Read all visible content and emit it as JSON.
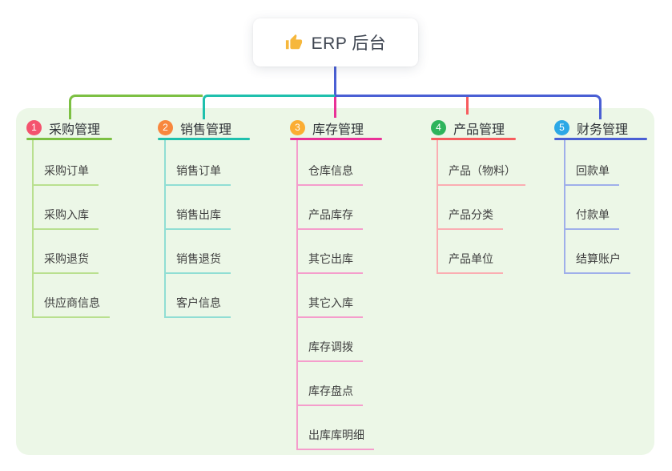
{
  "root": {
    "icon": "thumbs-up",
    "label": "ERP 后台"
  },
  "connector": {
    "trunk_color": "#4a5fd4",
    "icon_color": "#f6b73c"
  },
  "branches": [
    {
      "badge": "1",
      "label": "采购管理",
      "badge_color": "#f4536e",
      "line_color": "#7cc043",
      "sub_line_color": "#b9e08f",
      "items": [
        "采购订单",
        "采购入库",
        "采购退货",
        "供应商信息"
      ]
    },
    {
      "badge": "2",
      "label": "销售管理",
      "badge_color": "#f8873e",
      "line_color": "#1fc0ad",
      "sub_line_color": "#90ded4",
      "items": [
        "销售订单",
        "销售出库",
        "销售退货",
        "客户信息"
      ]
    },
    {
      "badge": "3",
      "label": "库存管理",
      "badge_color": "#fbad33",
      "line_color": "#e93197",
      "sub_line_color": "#f59dcc",
      "items": [
        "仓库信息",
        "产品库存",
        "其它出库",
        "其它入库",
        "库存调拨",
        "库存盘点",
        "出库库明细"
      ]
    },
    {
      "badge": "4",
      "label": "产品管理",
      "badge_color": "#2eb45b",
      "line_color": "#f75c5e",
      "sub_line_color": "#fbadb2",
      "items": [
        "产品（物料）",
        "产品分类",
        "产品单位"
      ]
    },
    {
      "badge": "5",
      "label": "财务管理",
      "badge_color": "#2ca8e6",
      "line_color": "#4a5fd4",
      "sub_line_color": "#9fafea",
      "items": [
        "回款单",
        "付款单",
        "结算账户"
      ]
    }
  ]
}
